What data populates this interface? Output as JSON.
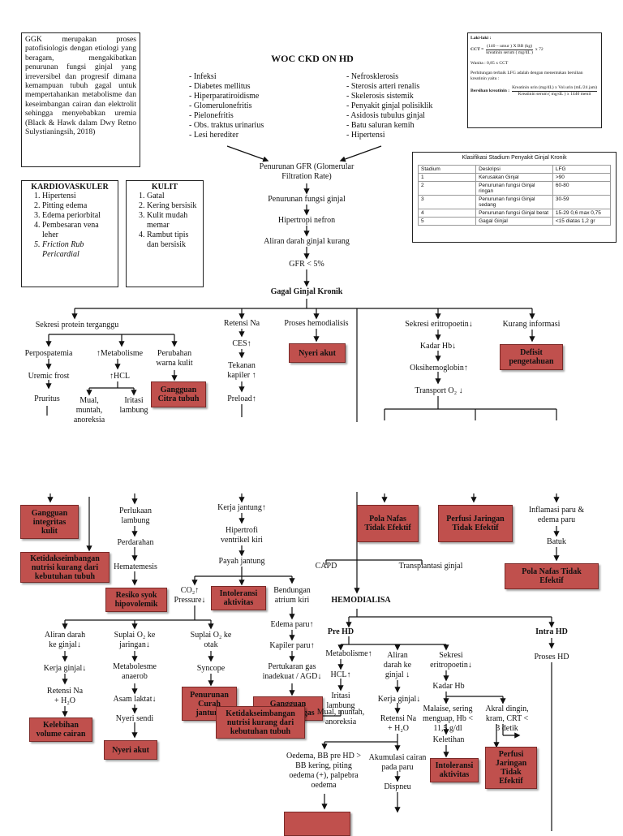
{
  "title": "WOC CKD ON HD",
  "intro": "GGK merupakan proses patofisiologis dengan etiologi yang beragam, mengakibatkan penurunan fungsi ginjal yang irreversibel dan progresif dimana kemampuan tubuh gagal untuk mempertahankan metabolisme dan keseimbangan cairan dan elektrolit sehingga menyebabkan uremia (Black & Hawk dalam Dwy Retno Sulystianingsih, 2018)",
  "etiologi_left": "- Infeksi\n- Diabetes mellitus\n- Hiperparatiroidisme\n- Glomerulonefritis\n- Pielonefritis\n- Obs. traktus urinarius\n- Lesi herediter",
  "etiologi_right": "- Nefrosklerosis\n- Sterosis arteri renalis\n- Skelerosis sistemik\n- Penyakit ginjal polisiklik\n- Asidosis tubulus ginjal\n- Batu saluran kemih\n- Hipertensi",
  "formula": {
    "laki": "Laki-laki :",
    "ccr": "CCT =",
    "ccr_num": "(140 – umur ) X BB (kg)",
    "ccr_mult": "x 72",
    "ccr_den": "kreatinin serum ( mg/dL )",
    "wanita": "Wanita :   0,85 x CCT",
    "note": "Perhitungan terbaik LFG adalah dengan menentukan bersihan kreatinin yaitu :",
    "bersihan": "Bersihan kreatinin :",
    "b_num": "Kreatinin urin (mg/dL) x Vol.urin (mL/24 jam)",
    "b_den": "Kreatinin serum ( mg/dL ) x 1440 menit"
  },
  "klasifikasi": {
    "title": "Klasifikasi Stadium Penyakit Ginjal Kronik",
    "headers": [
      "Stadium",
      "Deskripsi",
      "LFG"
    ],
    "rows": [
      [
        "1",
        "Kerusakan Ginjal",
        ">90"
      ],
      [
        "2",
        "Penurunan fungsi Ginjal ringan",
        "60-80"
      ],
      [
        "3",
        "Penurunan fungsi Ginjal sedang",
        "30-59"
      ],
      [
        "4",
        "Penurunan fungsi Ginjal berat",
        "15-29 0,6 max 0,75"
      ],
      [
        "5",
        "Gagal Ginjal",
        "<15 diatas 1,2 gr"
      ]
    ]
  },
  "kardio": {
    "title": "KARDIOVASKULER",
    "items": [
      "Hipertensi",
      "Pitting edema",
      "Edema periorbital",
      "Pembesaran vena leher",
      "Friction Rub Pericardial"
    ]
  },
  "kulit": {
    "title": "KULIT",
    "items": [
      "Gatal",
      "Kering bersisik",
      "Kulit mudah memar",
      "Rambut tipis dan bersisik"
    ]
  },
  "flow_center": {
    "gfr": "Penurunan GFR (Glomerular\nFiltration Rate)",
    "fungsi": "Penurunan fungsi ginjal",
    "hipertropi": "Hipertropi nefron",
    "aliran": "Aliran darah ginjal kurang",
    "gfr5": "GFR < 5%",
    "ggk": "Gagal Ginjal Kronik"
  },
  "top_nodes": {
    "sekresi_protein": "Sekresi protein terganggu",
    "perpospatemia": "Perpospatemia",
    "uremic": "Uremic frost",
    "pruritus": "Pruritus",
    "metabolisme": "↑Metabolisme",
    "hcl": "↑HCL",
    "mual": "Mual,\nmuntah,\nanoreksia",
    "iritasi": "Iritasi\nlambung",
    "perubahan": "Perubahan\nwarna kulit",
    "citra": "Gangguan\nCitra tubuh",
    "retensi": "Retensi Na",
    "ces": "CES↑",
    "tekanan": "Tekanan\nkapiler ↑",
    "preload": "Preload↑",
    "hemodialisis": "Proses hemodialisis",
    "nyeri1": "Nyeri akut",
    "eritropoetin": "Sekresi eritropoetin↓",
    "kadar_hb": "Kadar Hb↓",
    "oksi": "Oksihemoglobin↑",
    "transport": "Transport O₂ ↓",
    "kurang_info": "Kurang informasi",
    "defisit": "Defisit\npengetahuan"
  },
  "bottom_nodes": {
    "integritas": "Gangguan\nintegritas\nkulit",
    "nutrisi1": "Ketidakseimbangan\nnutrisi kurang dari\nkebutuhan tubuh",
    "perlukaan": "Perlukaan\nlambung",
    "perdarahan": "Perdarahan",
    "hematemesis": "Hematemesis",
    "syok": "Resiko syok\nhipovolemik",
    "kerja_jantung": "Kerja jantung↑",
    "hipertrofi": "Hipertrofi\nventrikel kiri",
    "payah": "Payah jantung",
    "co2": "CO₂↑\nPressure↓",
    "intoleransi1": "Intoleransi\naktivitas",
    "bendungan": "Bendungan\natrium kiri",
    "edema_paru": "Edema paru↑",
    "kapiler_paru": "Kapiler paru↑",
    "pertukaran": "Pertukaran gas\ninadekuat / AGD↓",
    "gangguan_gas": "Gangguan\npertukaran gas",
    "aliran_ginjal": "Aliran darah\nke ginjal↓",
    "kerja_ginjal": "Kerja ginjal↓",
    "retensi2": "Retensi Na\n+ H₂O",
    "kelebihan": "Kelebihan\nvolume cairan",
    "suplai1": "Suplai O₂ ke\njaringan↓",
    "anaerob": "Metabolesme\nanaerob",
    "laktat": "Asam laktat↓",
    "nyeri_sendi": "Nyeri sendi",
    "nyeri2": "Nyeri akut",
    "suplai2": "Suplai O₂ ke\notak",
    "syncope": "Syncope",
    "curah": "Penurunan\nCurah\njantung",
    "nutrisi2": "Ketidakseimbangan\nnutrisi kurang dari\nkebutuhan tubuh",
    "pola1": "Pola Nafas\nTidak Efektif",
    "perfusi1": "Perfusi Jaringan\nTidak Efektif",
    "inflamasi": "Inflamasi paru &\nedema paru",
    "batuk": "Batuk",
    "pola2": "Pola Nafas Tidak\nEfektif",
    "capd": "CAPD",
    "transplantasi": "Transplantasi ginjal",
    "hemodialisa": "HEMODIALISA",
    "pre_hd": "Pre HD",
    "metab2": "Metabolisme↑",
    "hcl2": "HCL↑",
    "iritasi2": "Iritasi\nlambung",
    "mual2": "Mual, muntah,\nanoreksia",
    "aliran2": "Aliran\ndarah ke\nginjal ↓",
    "kerja_ginjal2": "Kerja ginjal↓",
    "retensi3": "Retensi Na\n+ H₂O",
    "sekresi2": "Sekresi\neritropoetin↓",
    "kadar_hb2": "Kadar Hb",
    "malaise": "Malaise, sering\nmenguap, Hb <\n11,5 g/dl",
    "keletihan": "Keletihan",
    "intoleransi2": "Intoleransi\naktivitas",
    "akral": "Akral dingin,\nkram, CRT <\n3 detik",
    "perfusi2": "Perfusi\nJaringan\nTidak\nEfektif",
    "oedema": "Oedema, BB pre HD >\nBB kering, piting\noedema (+), palpebra\noedema",
    "akumulasi": "Akumulasi cairan\npada paru",
    "dispneu": "Dispneu",
    "intra_hd": "Intra HD",
    "proses_hd": "Proses HD"
  }
}
